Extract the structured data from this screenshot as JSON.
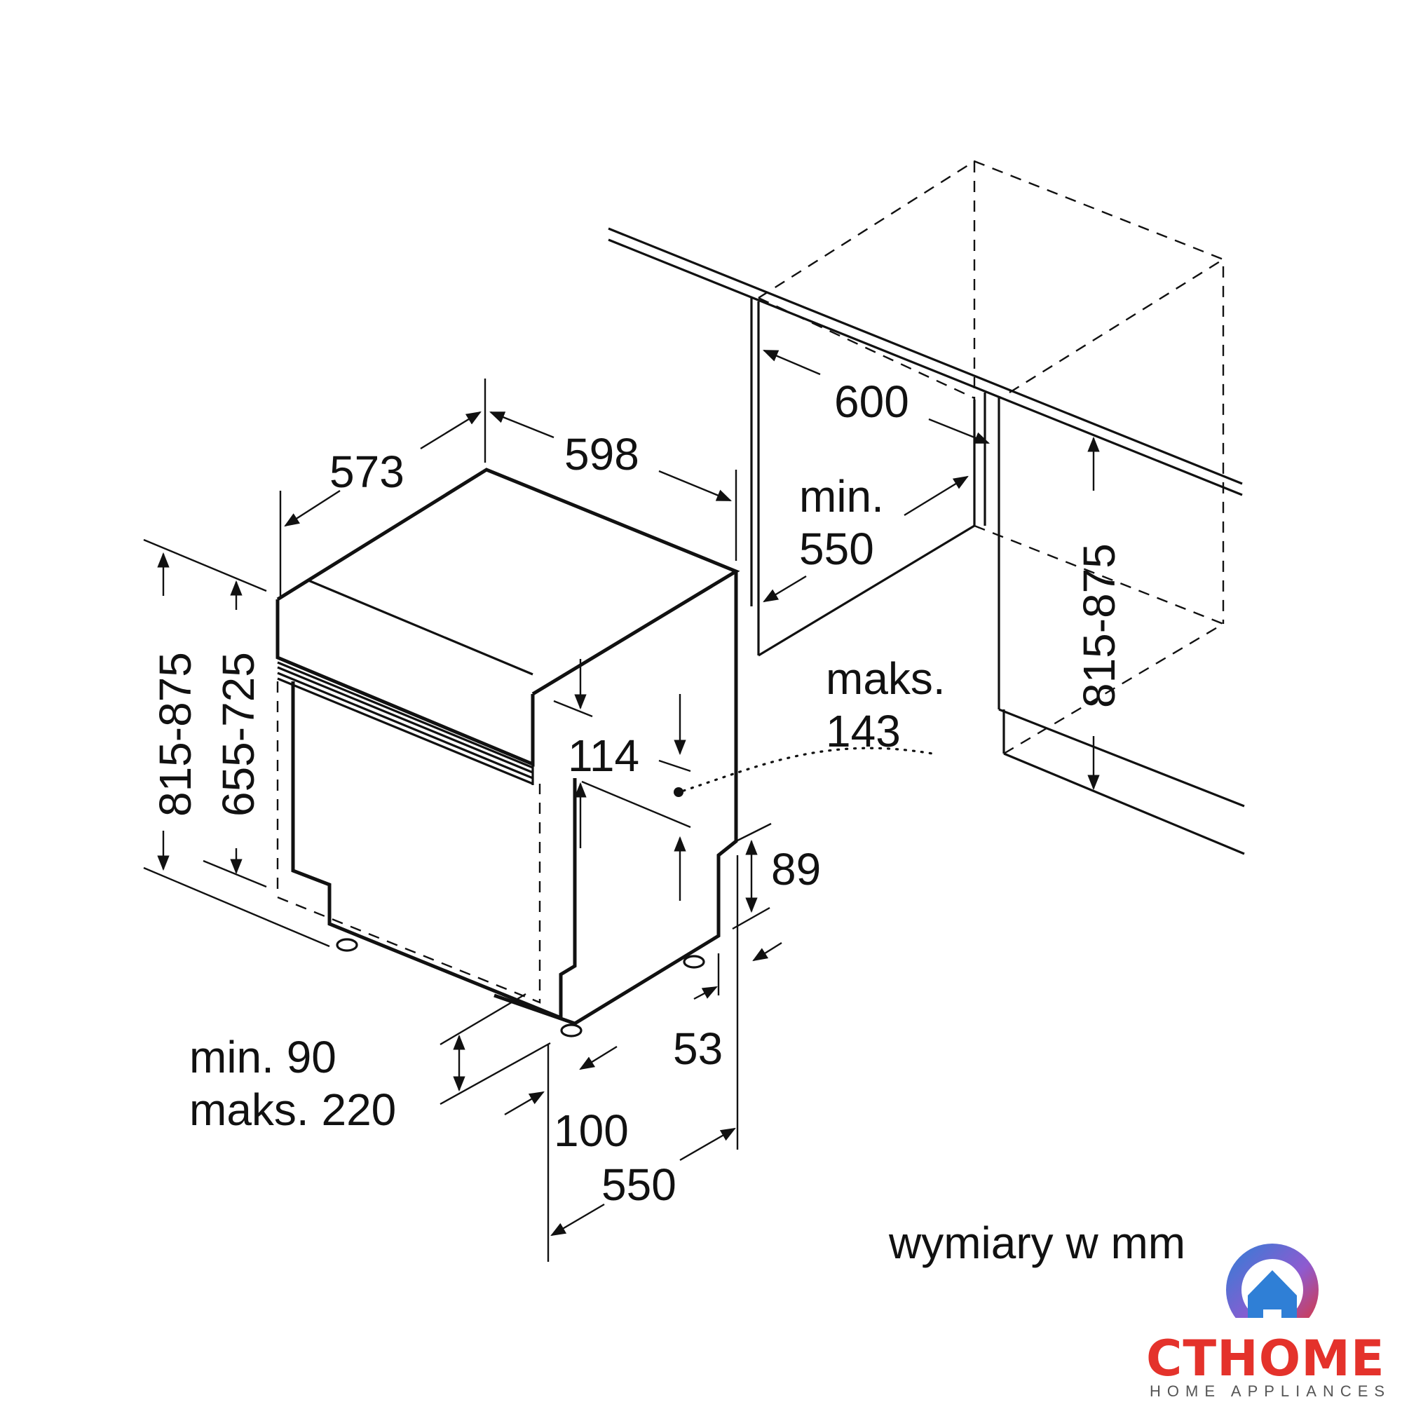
{
  "dimensions": {
    "depth_top": "573",
    "width": "598",
    "niche_width": "600",
    "niche_depth_label": "min.",
    "niche_depth_value": "550",
    "vent_label": "maks.",
    "vent_value": "143",
    "panel_height": "114",
    "plinth_height": "89",
    "height_range_left": "815-875",
    "front_height_range": "655-725",
    "niche_height_range": "815-875",
    "plinth_min": "min. 90",
    "plinth_max": "maks. 220",
    "foot_offset": "53",
    "front_offset": "100",
    "depth_bottom": "550"
  },
  "units_note": "wymiary w mm",
  "logo": {
    "name": "CTHOME",
    "tagline": "HOME APPLIANCES"
  },
  "colors": {
    "line": "#111111",
    "logo_red": "#e4322b",
    "logo_blue": "#2f7fd6"
  }
}
